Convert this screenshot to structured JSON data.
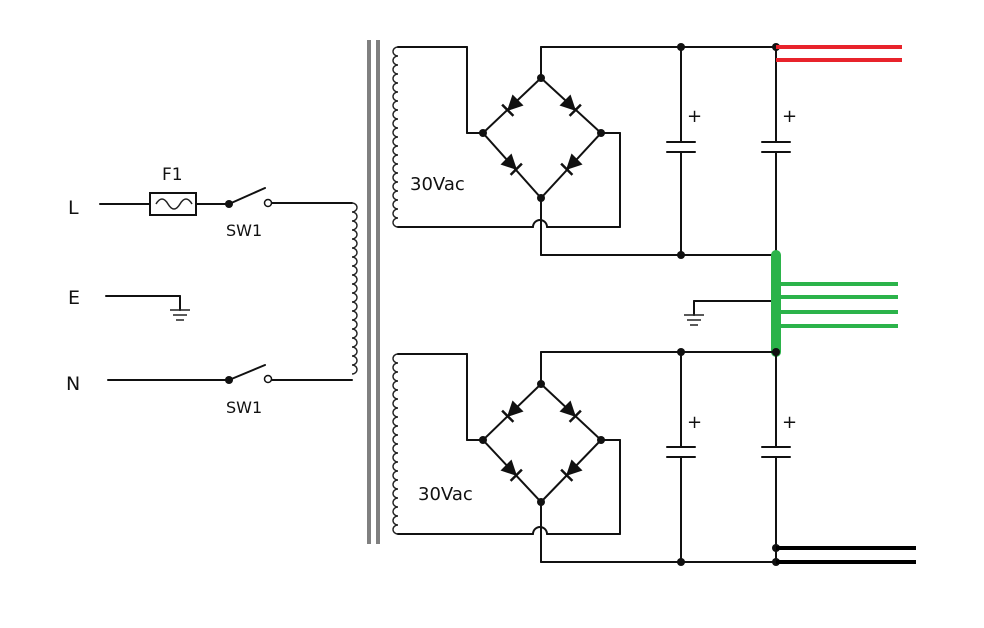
{
  "labels": {
    "line": "L",
    "earth": "E",
    "neutral": "N",
    "fuse": "F1",
    "switch_top": "SW1",
    "switch_bottom": "SW1",
    "secondary_top": "30Vac",
    "secondary_bottom": "30Vac",
    "cap_plus": "+"
  },
  "colors": {
    "positive_rail": "#e8232b",
    "ground_rail": "#2bb34a",
    "negative_rail": "#000000",
    "wire": "#111111"
  }
}
